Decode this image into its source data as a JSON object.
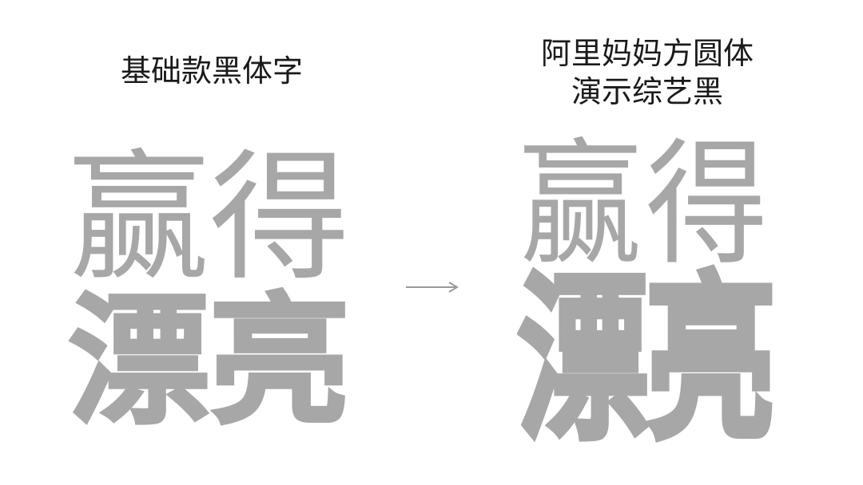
{
  "left": {
    "caption": "基础款黑体字",
    "light_chars": [
      "赢",
      "得"
    ],
    "bold_chars": [
      "漂",
      "亮"
    ]
  },
  "right": {
    "caption_line1": "阿里妈妈方圆体",
    "caption_line2": "演示综艺黑",
    "light_chars": [
      "赢",
      "得"
    ],
    "bold_chars": [
      "漂",
      "亮"
    ]
  },
  "arrow_icon": "arrow-right-icon",
  "colors": {
    "caption": "#1a1a1a",
    "glyph": "#a7a7a7",
    "arrow": "#9a9a9a",
    "background": "#ffffff"
  }
}
